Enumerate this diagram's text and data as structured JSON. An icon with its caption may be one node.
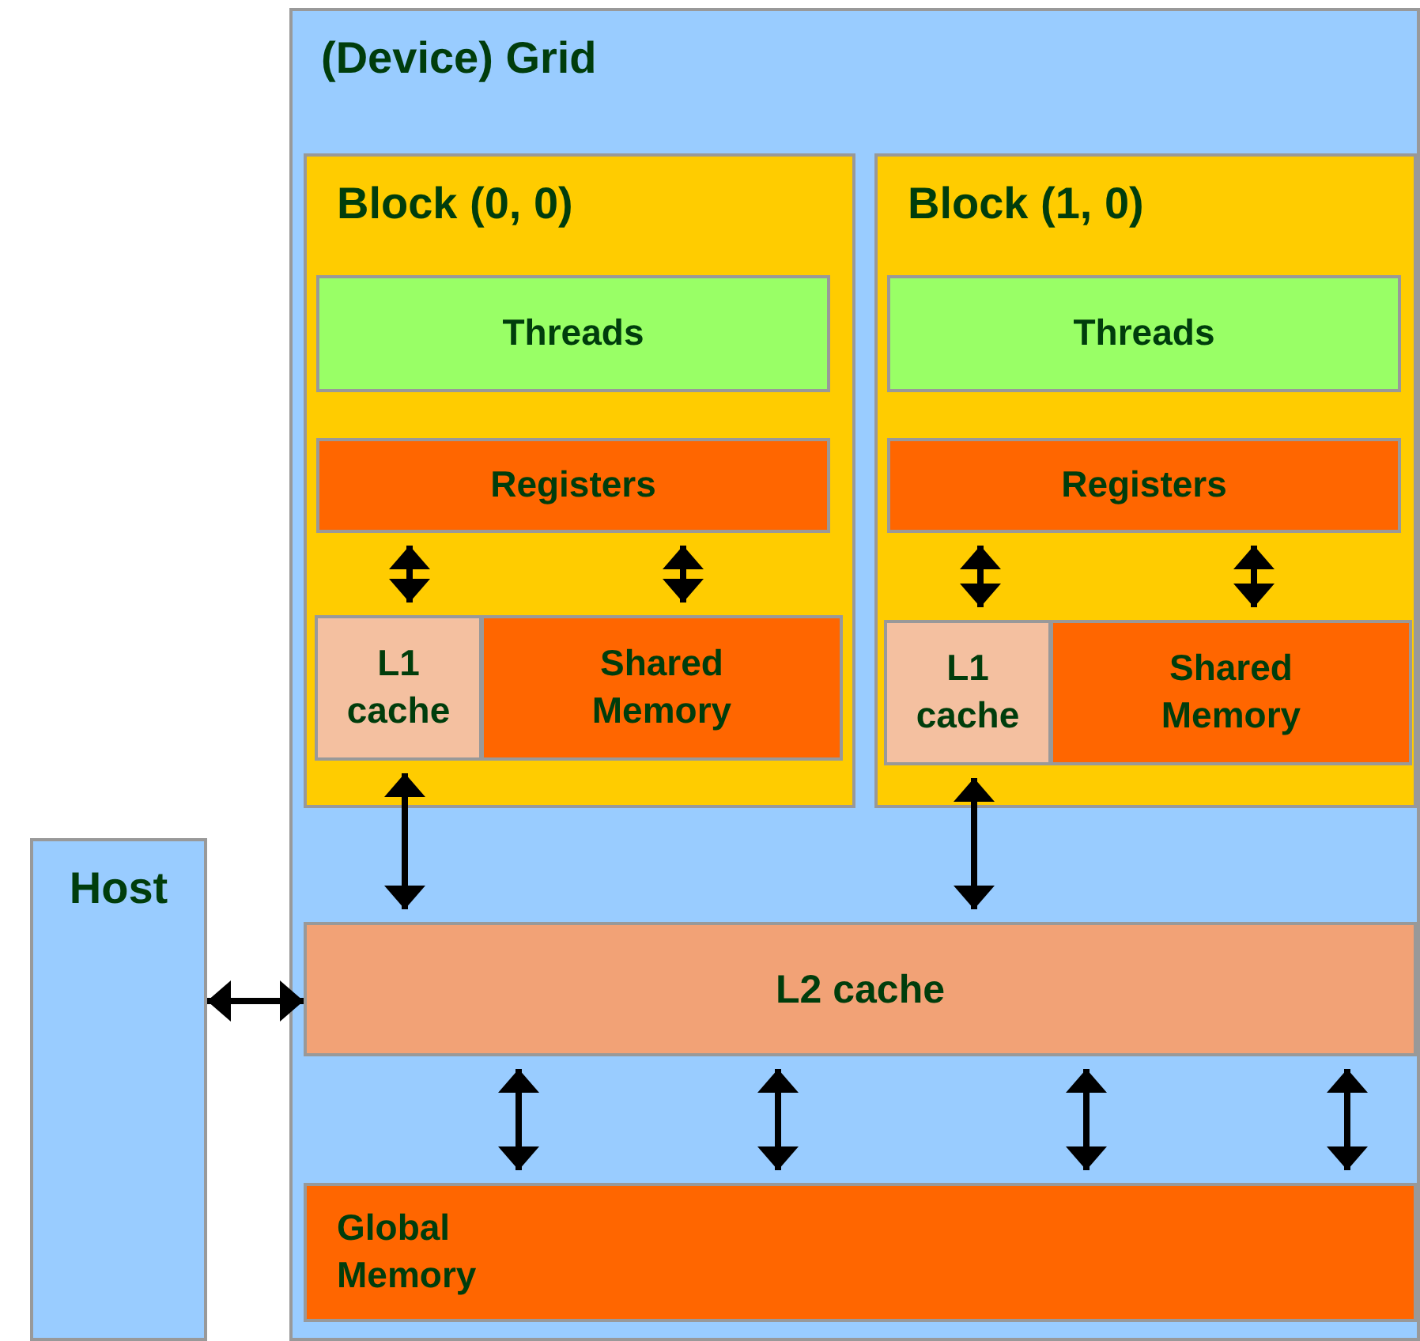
{
  "diagram": {
    "nodes": [
      {
        "text": [
          "(Device) Grid"
        ]
      },
      {
        "text": [
          "Block (0, 0)"
        ],
        "in": 0
      },
      {
        "text": [
          "Threads"
        ],
        "in": 1
      },
      {
        "text": [
          "Registers"
        ],
        "in": 1
      },
      {
        "text": [
          "L1 cache"
        ],
        "in": 1
      },
      {
        "text": [
          "Shared Memory"
        ],
        "in": 1
      },
      {
        "text": [
          "Block (1, 0)"
        ],
        "in": 0
      },
      {
        "text": [
          "Threads"
        ],
        "in": 6
      },
      {
        "text": [
          "Registers"
        ],
        "in": 6
      },
      {
        "text": [
          "L1 cache"
        ],
        "in": 6
      },
      {
        "text": [
          "Shared Memory"
        ],
        "in": 6
      },
      {
        "text": [
          "L2 cache"
        ],
        "in": 0
      },
      {
        "text": [
          "Global Memory"
        ],
        "in": 0
      },
      {
        "text": [
          "Host"
        ]
      }
    ],
    "edges": [
      {
        "from": 3,
        "to": 4,
        "arrow": "both"
      },
      {
        "from": 3,
        "to": 5,
        "arrow": "both"
      },
      {
        "from": 8,
        "to": 9,
        "arrow": "both"
      },
      {
        "from": 8,
        "to": 10,
        "arrow": "both"
      },
      {
        "from": 4,
        "to": 11,
        "arrow": "both"
      },
      {
        "from": 9,
        "to": 11,
        "arrow": "both"
      },
      {
        "from": 11,
        "to": 12,
        "arrow": "both"
      },
      {
        "from": 11,
        "to": 12,
        "arrow": "both"
      },
      {
        "from": 11,
        "to": 12,
        "arrow": "both"
      },
      {
        "from": 11,
        "to": 12,
        "arrow": "both"
      },
      {
        "from": 13,
        "to": 11,
        "arrow": "both"
      }
    ]
  }
}
